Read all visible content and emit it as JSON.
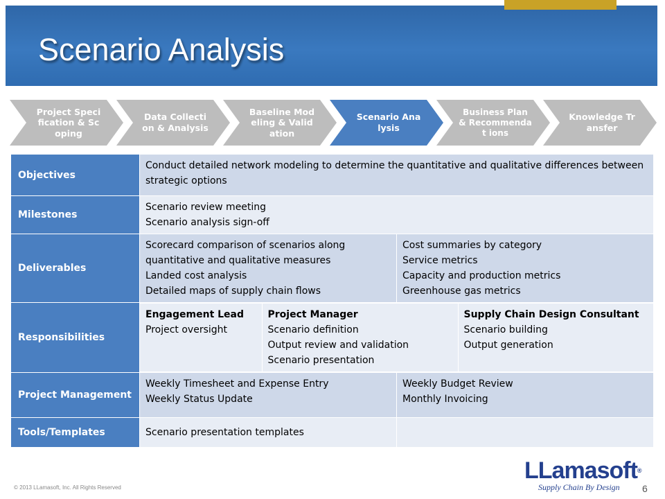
{
  "header": {
    "title": "Scenario Analysis"
  },
  "process": [
    {
      "label": "Project Specification & Scoping",
      "active": false
    },
    {
      "label": "Data Collection & Analysis",
      "active": false
    },
    {
      "label": "Baseline Modeling & Validation",
      "active": false
    },
    {
      "label": "Scenario Analysis",
      "active": true
    },
    {
      "label": "Business Plan & Recommendat ions",
      "active": false
    },
    {
      "label": "Knowledge Transfer",
      "active": false
    }
  ],
  "table": {
    "objectives": {
      "head": "Objectives",
      "text": "Conduct detailed network modeling to determine the quantitative and qualitative differences between strategic options"
    },
    "milestones": {
      "head": "Milestones",
      "lines": [
        "Scenario review meeting",
        "Scenario analysis sign-off"
      ]
    },
    "deliverables": {
      "head": "Deliverables",
      "left": [
        "Scorecard comparison of scenarios along quantitative and qualitative measures",
        "Landed cost analysis",
        "Detailed maps of supply chain flows"
      ],
      "right": [
        "Cost summaries by category",
        "Service metrics",
        "Capacity and production metrics",
        "Greenhouse gas metrics"
      ]
    },
    "responsibilities": {
      "head": "Responsibilities",
      "roles": [
        {
          "title": "Engagement Lead",
          "items": [
            "Project oversight"
          ]
        },
        {
          "title": "Project Manager",
          "items": [
            "Scenario definition",
            "Output review and validation",
            "Scenario presentation"
          ]
        },
        {
          "title": "Supply Chain Design Consultant",
          "items": [
            "Scenario building",
            "Output generation"
          ]
        }
      ]
    },
    "project_management": {
      "head": "Project Management",
      "left": [
        "Weekly Timesheet and Expense Entry",
        "Weekly Status Update"
      ],
      "right": [
        "Weekly Budget Review",
        "Monthly Invoicing"
      ]
    },
    "tools": {
      "head": "Tools/Templates",
      "text": "Scenario presentation templates"
    }
  },
  "footer": {
    "copyright": "© 2013 LLamasoft, Inc. All Rights Reserved",
    "logo_text": "LLamasoft",
    "logo_reg": "®",
    "tagline": "Supply Chain By Design",
    "page_number": "6"
  },
  "colors": {
    "header_blue": "#3a79bf",
    "active_step": "#4a7fc1",
    "inactive_step": "#bdbdbd",
    "row_dark": "#ced8e9",
    "row_light": "#e8edf5",
    "accent_gold": "#c9a227",
    "logo_navy": "#24408e"
  }
}
